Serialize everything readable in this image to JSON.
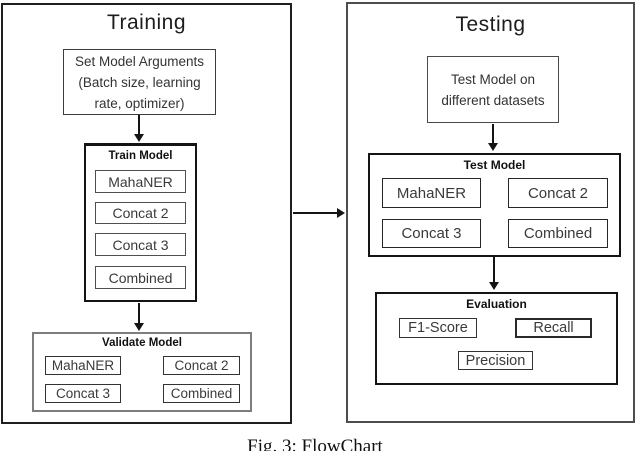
{
  "caption": "Fig. 3: FlowChart",
  "training": {
    "title": "Training",
    "set_args": {
      "lines": [
        "Set Model Arguments",
        "(Batch size, learning",
        "rate, optimizer)"
      ]
    },
    "train_model": {
      "title": "Train Model",
      "items": [
        "MahaNER",
        "Concat 2",
        "Concat 3",
        "Combined"
      ]
    },
    "validate_model": {
      "title": "Validate Model",
      "items": [
        "MahaNER",
        "Concat 2",
        "Concat 3",
        "Combined"
      ]
    }
  },
  "testing": {
    "title": "Testing",
    "test_on": {
      "lines": [
        "Test Model on",
        "different datasets"
      ]
    },
    "test_model": {
      "title": "Test Model",
      "items": [
        "MahaNER",
        "Concat 2",
        "Concat 3",
        "Combined"
      ]
    },
    "evaluation": {
      "title": "Evaluation",
      "items": [
        "F1-Score",
        "Recall",
        "Precision"
      ]
    }
  },
  "colors": {
    "line": "#141414",
    "gray_border": "#7e7e7e",
    "text": "#3a3a3a",
    "background": "#ffffff"
  }
}
